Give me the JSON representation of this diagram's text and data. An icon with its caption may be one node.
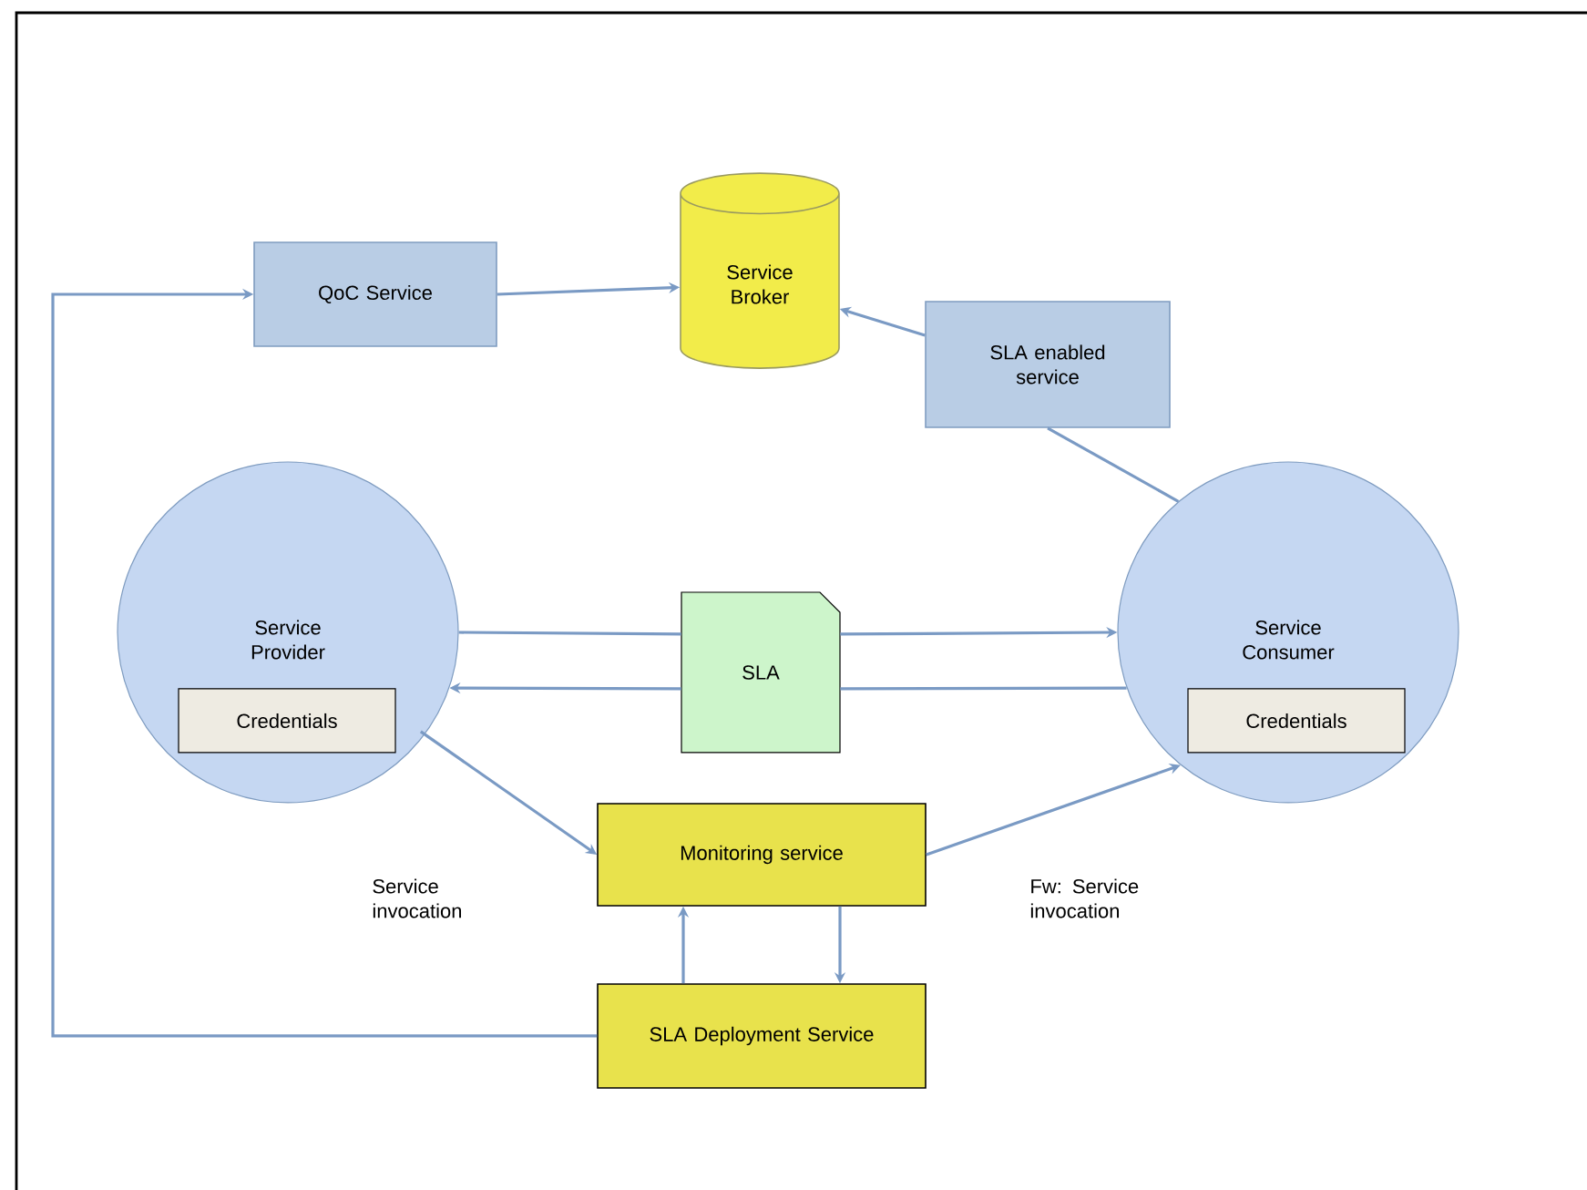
{
  "diagram": {
    "nodes": [
      {
        "text": [
          "QoC Service"
        ]
      },
      {
        "text": [
          "Service Broker"
        ]
      },
      {
        "text": [
          "SLA enabled service"
        ]
      },
      {
        "text": [
          "Service Provider"
        ]
      },
      {
        "text": [
          "Credentials"
        ],
        "in": 3
      },
      {
        "text": [
          "SLA"
        ]
      },
      {
        "text": [
          "Service Consumer"
        ]
      },
      {
        "text": [
          "Credentials"
        ],
        "in": 6
      },
      {
        "text": [
          "Monitoring service"
        ]
      },
      {
        "text": [
          "SLA Deployment Service"
        ]
      }
    ],
    "edges": [
      {
        "from": 9,
        "to": 0,
        "arrow": "to"
      },
      {
        "from": 0,
        "to": 1,
        "arrow": "to"
      },
      {
        "from": 6,
        "to": 2,
        "arrow": "none"
      },
      {
        "from": 2,
        "to": 1,
        "arrow": "to"
      },
      {
        "from": 3,
        "to": 5,
        "arrow": "none"
      },
      {
        "from": 5,
        "to": 6,
        "arrow": "to"
      },
      {
        "from": 6,
        "to": 5,
        "arrow": "none"
      },
      {
        "from": 5,
        "to": 3,
        "arrow": "to"
      },
      {
        "from": 3,
        "to": 8,
        "arrow": "to",
        "label": "Service invocation"
      },
      {
        "from": 8,
        "to": 6,
        "arrow": "to",
        "label": "Fw: Service invocation"
      },
      {
        "from": 9,
        "to": 8,
        "arrow": "to"
      },
      {
        "from": 8,
        "to": 9,
        "arrow": "to"
      }
    ]
  }
}
